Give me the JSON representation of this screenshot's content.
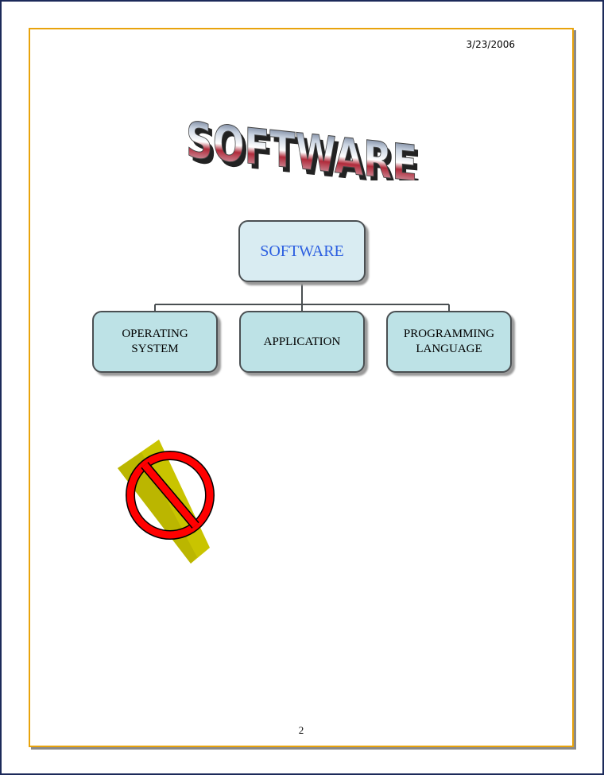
{
  "header": {
    "date": "3/23/2006"
  },
  "title_art": {
    "text": "SOFTWARE"
  },
  "org_chart": {
    "root": "SOFTWARE",
    "children": [
      "OPERATING\nSYSTEM",
      "APPLICATION",
      "PROGRAMMING\nLANGUAGE"
    ]
  },
  "colors": {
    "page_border": "#e8a30c",
    "node_fill": "#bde2e6",
    "root_text": "#2c5fe0",
    "no_sign": "#ff0000",
    "pencil": "#c9c400"
  },
  "footer": {
    "page_number": "2"
  }
}
